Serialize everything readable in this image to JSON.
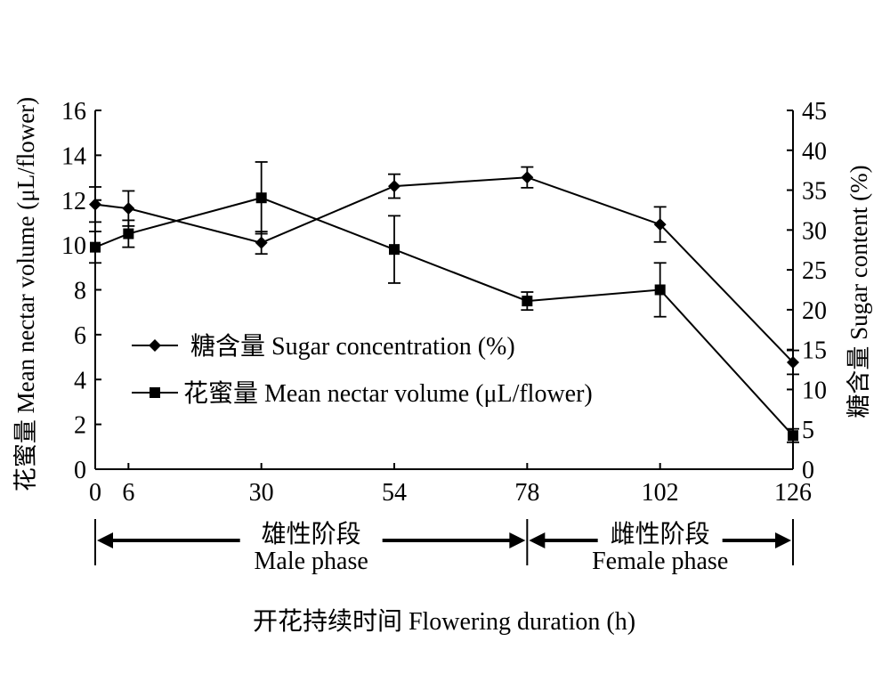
{
  "chart_data": {
    "type": "line",
    "xlabel": "开花持续时间 Flowering duration (h)",
    "ylabel_left": "花蜜量 Mean nectar volume (μL/flower)",
    "ylabel_right": "糖含量 Sugar content (%)",
    "x_ticks": [
      0,
      6,
      30,
      54,
      78,
      102,
      126
    ],
    "y_left_ticks": [
      0,
      2,
      4,
      6,
      8,
      10,
      12,
      14,
      16
    ],
    "y_right_ticks": [
      0,
      5,
      10,
      15,
      20,
      25,
      30,
      35,
      40,
      45
    ],
    "xlim": [
      0,
      126
    ],
    "ylim_left": [
      0,
      16
    ],
    "ylim_right": [
      0,
      45
    ],
    "grid": false,
    "legend_position": "center-left",
    "series": [
      {
        "name": "糖含量 Sugar concentration (%)",
        "axis": "right",
        "marker": "diamond",
        "points": [
          {
            "x": 0,
            "y": 33.2,
            "err": 2.2
          },
          {
            "x": 6,
            "y": 32.7,
            "err": 2.2
          },
          {
            "x": 30,
            "y": 28.4,
            "err": 1.4
          },
          {
            "x": 54,
            "y": 35.5,
            "err": 1.5
          },
          {
            "x": 78,
            "y": 36.6,
            "err": 1.3
          },
          {
            "x": 102,
            "y": 30.7,
            "err": 2.2
          },
          {
            "x": 126,
            "y": 13.4,
            "err": 1.5
          }
        ]
      },
      {
        "name": "花蜜量 Mean nectar volume (μL/flower)",
        "axis": "left",
        "marker": "square",
        "points": [
          {
            "x": 0,
            "y": 9.9,
            "err": 0.7
          },
          {
            "x": 6,
            "y": 10.5,
            "err": 0.6
          },
          {
            "x": 30,
            "y": 12.1,
            "err": 1.6
          },
          {
            "x": 54,
            "y": 9.8,
            "err": 1.5
          },
          {
            "x": 78,
            "y": 7.5,
            "err": 0.4
          },
          {
            "x": 102,
            "y": 8.0,
            "err": 1.2
          },
          {
            "x": 126,
            "y": 1.5,
            "err": 0.3
          }
        ]
      }
    ],
    "phases": [
      {
        "label_cn": "雄性阶段",
        "label_en": "Male phase",
        "from": 0,
        "to": 78
      },
      {
        "label_cn": "雌性阶段",
        "label_en": "Female phase",
        "from": 78,
        "to": 126
      }
    ]
  }
}
